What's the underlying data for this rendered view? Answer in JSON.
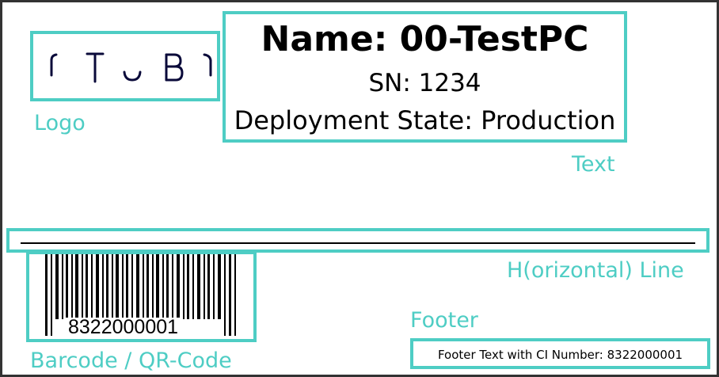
{
  "accent_color": "#4ecdc4",
  "frame_color": "#333333",
  "logo": {
    "caption": "Logo",
    "image_text": "CTUB"
  },
  "text_block": {
    "caption": "Text",
    "name_line": "Name: 00-TestPC",
    "sn_line": "SN: 1234",
    "state_line": "Deployment State: Production"
  },
  "hline": {
    "caption": "H(orizontal) Line"
  },
  "barcode": {
    "caption": "Barcode / QR-Code",
    "number": "8322000001"
  },
  "footer": {
    "caption": "Footer",
    "text": "Footer Text with CI Number: 8322000001"
  }
}
